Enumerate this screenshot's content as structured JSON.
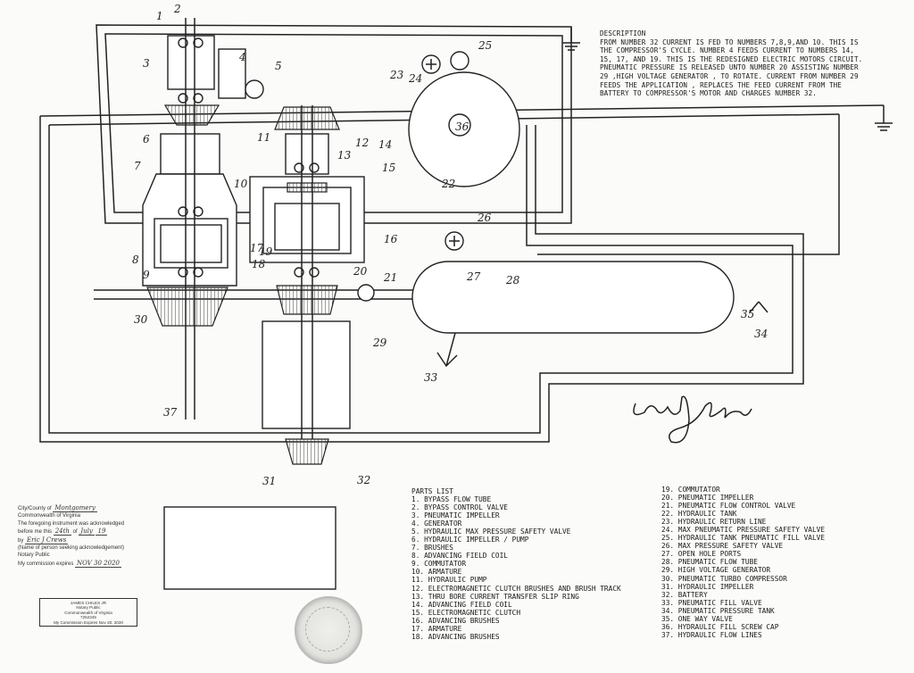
{
  "description": {
    "title": "DESCRIPTION",
    "text": "FROM NUMBER 32 CURRENT IS FED TO NUMBERS 7,8,9,AND 10. THIS IS THE COMPRESSOR'S CYCLE. NUMBER 4 FEEDS CURRENT TO NUMBERS 14, 15, 17, AND 19. THIS IS THE REDESIGNED ELECTRIC MOTORS CIRCUIT. PNEUMATIC PRESSURE IS RELEASED UNTO NUMBER 20 ASSISTING NUMBER 29 ,HIGH VOLTAGE GENERATOR , TO ROTATE. CURRENT FROM NUMBER 29 FEEDS THE APPLICATION , REPLACES THE FEED CURRENT FROM THE BATTERY TO COMPRESSOR'S MOTOR AND CHARGES NUMBER 32."
  },
  "parts_list": {
    "title": "PARTS LIST",
    "items": [
      "1. BYPASS FLOW TUBE",
      "2. BYPASS CONTROL VALVE",
      "3. PNEUMATIC IMPELLER",
      "4. GENERATOR",
      "5. HYDRAULIC MAX PRESSURE SAFETY VALVE",
      "6. HYDRAULIC IMPELLER / PUMP",
      "7. BRUSHES",
      "8. ADVANCING FIELD COIL",
      "9. COMMUTATOR",
      "10. ARMATURE",
      "11. HYDRAULIC PUMP",
      "12. ELECTROMAGNETIC CLUTCH BRUSHES AND BRUSH TRACK",
      "13. THRU BORE CURRENT TRANSFER SLIP RING",
      "14. ADVANCING FIELD COIL",
      "15. ELECTROMAGNETIC CLUTCH",
      "16. ADVANCING BRUSHES",
      "17. ARMATURE",
      "18. ADVANCING BRUSHES",
      "19. COMMUTATOR",
      "20. PNEUMATIC IMPELLER",
      "21. PNEUMATIC FLOW CONTROL VALVE",
      "22. HYDRAULIC TANK",
      "23. HYDRAULIC RETURN LINE",
      "24. MAX PNEUMATIC PRESSURE SAFETY VALVE",
      "25. HYDRAULIC TANK PNEUMATIC FILL VALVE",
      "26. MAX PRESSURE SAFETY VALVE",
      "27. OPEN HOLE PORTS",
      "28. PNEUMATIC FLOW TUBE",
      "29. HIGH VOLTAGE GENERATOR",
      "30. PNEUMATIC TURBO COMPRESSOR",
      "31. HYDRAULIC IMPELLER",
      "32. BATTERY",
      "33. PNEUMATIC FILL VALVE",
      "34. PNEUMATIC PRESSURE TANK",
      "35. ONE WAY VALVE",
      "36. HYDRAULIC FILL SCREW CAP",
      "37. HYDRAULIC FLOW LINES"
    ]
  },
  "callouts": [
    "1",
    "2",
    "3",
    "4",
    "5",
    "6",
    "7",
    "8",
    "9",
    "10",
    "11",
    "12",
    "13",
    "14",
    "15",
    "16",
    "17",
    "18",
    "19",
    "20",
    "21",
    "22",
    "23",
    "24",
    "25",
    "26",
    "27",
    "28",
    "29",
    "30",
    "31",
    "32",
    "33",
    "34",
    "35",
    "36",
    "37"
  ],
  "notary": {
    "city_county_label": "City/County of",
    "city_county_value": "Montgomery",
    "commonwealth": "Commonwealth of Virginia",
    "ack_line1": "The foregoing instrument was acknowledged",
    "ack_line2_prefix": "before me this",
    "ack_day": "24th",
    "ack_of": "of",
    "ack_month": "July",
    "ack_year": "19",
    "by_label": "by",
    "by_value": "Eric J Crews",
    "name_caption": "(Name of person seeking acknowledgement)",
    "notary_label": "Notary Public",
    "commission_label": "My commission expires",
    "commission_value": "NOV 30 2020"
  },
  "notary_stamp": {
    "name": "JAMES CHILES JR",
    "title": "Notary Public",
    "state": "Commonwealth of Virginia",
    "reg_number": "7252345",
    "expires": "My Commission Expires Nov 30, 2020"
  },
  "signature": "Eric J Crews",
  "colors": {
    "ink": "#222222",
    "paper": "#fbfbf9",
    "seal": "#e2e2de"
  }
}
